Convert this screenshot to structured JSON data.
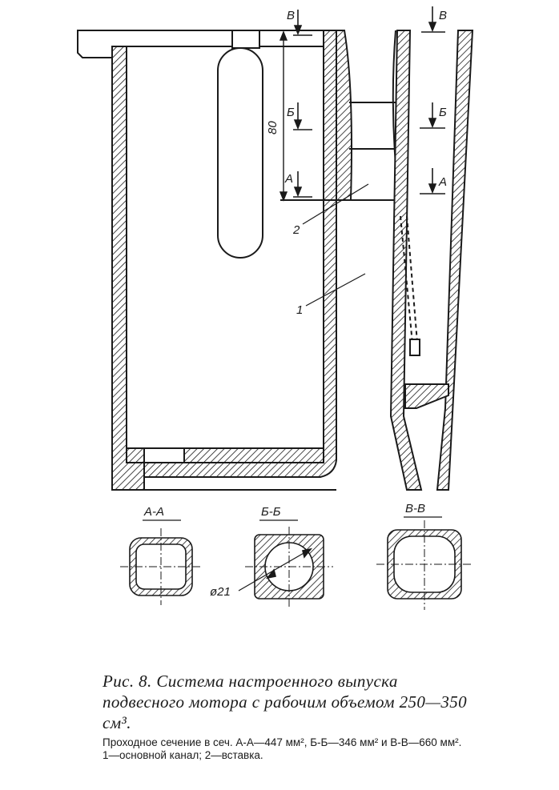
{
  "figure": {
    "dimension_80": "80",
    "markers": {
      "v_left": "В",
      "v_right": "В",
      "b_left": "Б",
      "b_right": "Б",
      "a_left": "А",
      "a_right": "А"
    },
    "callouts": {
      "insert": "2",
      "main_channel": "1"
    },
    "sections": [
      {
        "label": "А-А"
      },
      {
        "label": "Б-Б"
      },
      {
        "label": "В-В"
      }
    ],
    "diameter": "ø21"
  },
  "caption": {
    "title": "Рис. 8. Система настроенного выпуска подвесного мотора с рабочим объемом 250—350 см³.",
    "line1": "Проходное сечение в сеч. А-А—447 мм², Б-Б—346 мм² и В-В—660 мм².",
    "line2": "1—основной канал; 2—вставка."
  }
}
